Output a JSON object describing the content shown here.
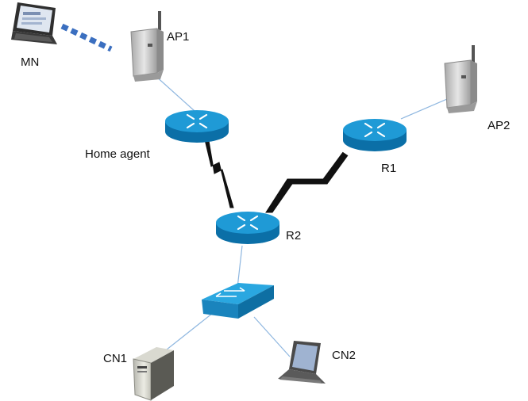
{
  "labels": {
    "mn": "MN",
    "ap1": "AP1",
    "ap2": "AP2",
    "home_agent": "Home agent",
    "r1": "R1",
    "r2": "R2",
    "cn1": "CN1",
    "cn2": "CN2"
  },
  "colors": {
    "router_blue": "#1f9ad6",
    "router_dark": "#0b6fa7",
    "switch_blue": "#2aa7e0",
    "link_line": "#8fb7e0",
    "serial_link": "#111111",
    "wireless_dash": "#3b6fc0",
    "ap_body": "#c9c9c9"
  },
  "icons": {
    "mn": "laptop-icon",
    "ap": "wireless-access-point-icon",
    "router": "router-icon",
    "switch": "switch-icon",
    "cn1": "server-tower-icon",
    "cn2": "laptop-icon"
  }
}
